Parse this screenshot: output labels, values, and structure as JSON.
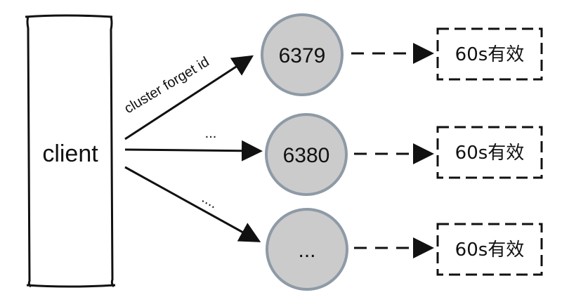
{
  "client": {
    "label": "client"
  },
  "command": {
    "label": "cluster forget id"
  },
  "edges": [
    {
      "label": "cluster forget id"
    },
    {
      "label": "..."
    },
    {
      "label": "...."
    }
  ],
  "nodes": [
    {
      "label": "6379"
    },
    {
      "label": "6380"
    },
    {
      "label": "..."
    }
  ],
  "boxes": [
    {
      "label": "60s有效"
    },
    {
      "label": "60s有效"
    },
    {
      "label": "60s有效"
    }
  ],
  "colors": {
    "node_fill": "#cbcbcb",
    "node_stroke": "#8e9aa6",
    "line": "#111111"
  }
}
